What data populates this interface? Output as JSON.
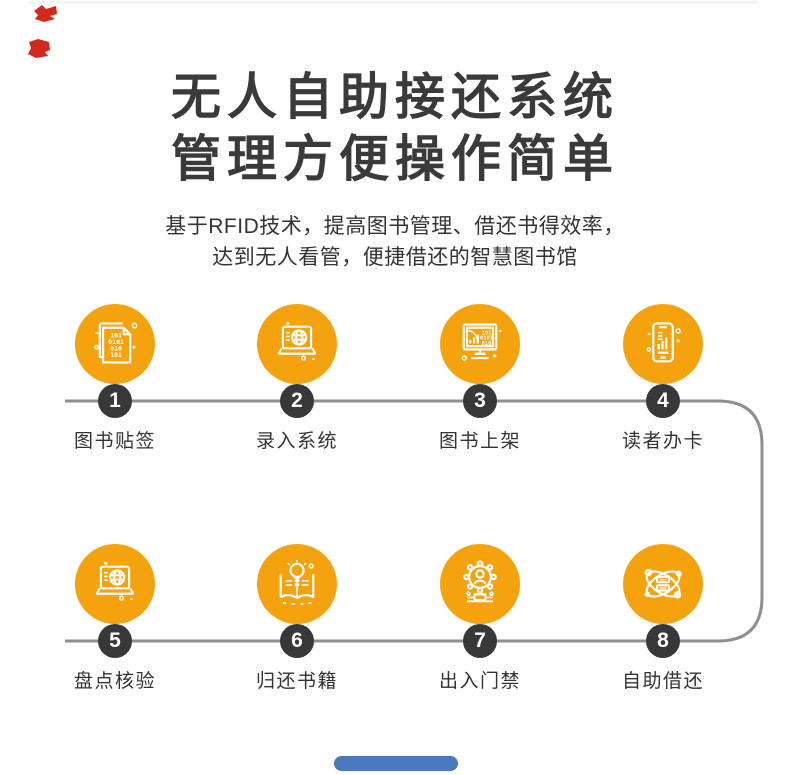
{
  "title": {
    "line1": "无人自助接还系统",
    "line2": "管理方便操作简单"
  },
  "subtitle": {
    "line1": "基于RFID技术，提高图书管理、借还书得效率，",
    "line2": "达到无人看管，便捷借还的智慧图书馆"
  },
  "steps": [
    {
      "number": "1",
      "label": "图书贴签",
      "icon": "binary-documents-icon"
    },
    {
      "number": "2",
      "label": "录入系统",
      "icon": "laptop-globe-icon"
    },
    {
      "number": "3",
      "label": "图书上架",
      "icon": "monitor-data-icon"
    },
    {
      "number": "4",
      "label": "读者办卡",
      "icon": "phone-chart-icon"
    },
    {
      "number": "5",
      "label": "盘点核验",
      "icon": "laptop-globe-icon"
    },
    {
      "number": "6",
      "label": "归还书籍",
      "icon": "book-bulb-icon"
    },
    {
      "number": "7",
      "label": "出入门禁",
      "icon": "gear-person-icon"
    },
    {
      "number": "8",
      "label": "自助借还",
      "icon": "atom-books-icon"
    }
  ],
  "icon_binary_text": [
    "101",
    "0101",
    "010",
    "101"
  ],
  "colors": {
    "accent_orange": "#F4A30F",
    "number_badge": "#383838",
    "connector_line": "#8F8F8F",
    "title_text": "#3A3A3A",
    "body_text": "#333333",
    "corner_mark_red": "#D3281C",
    "scroll_indicator_blue": "#4A79BE"
  }
}
